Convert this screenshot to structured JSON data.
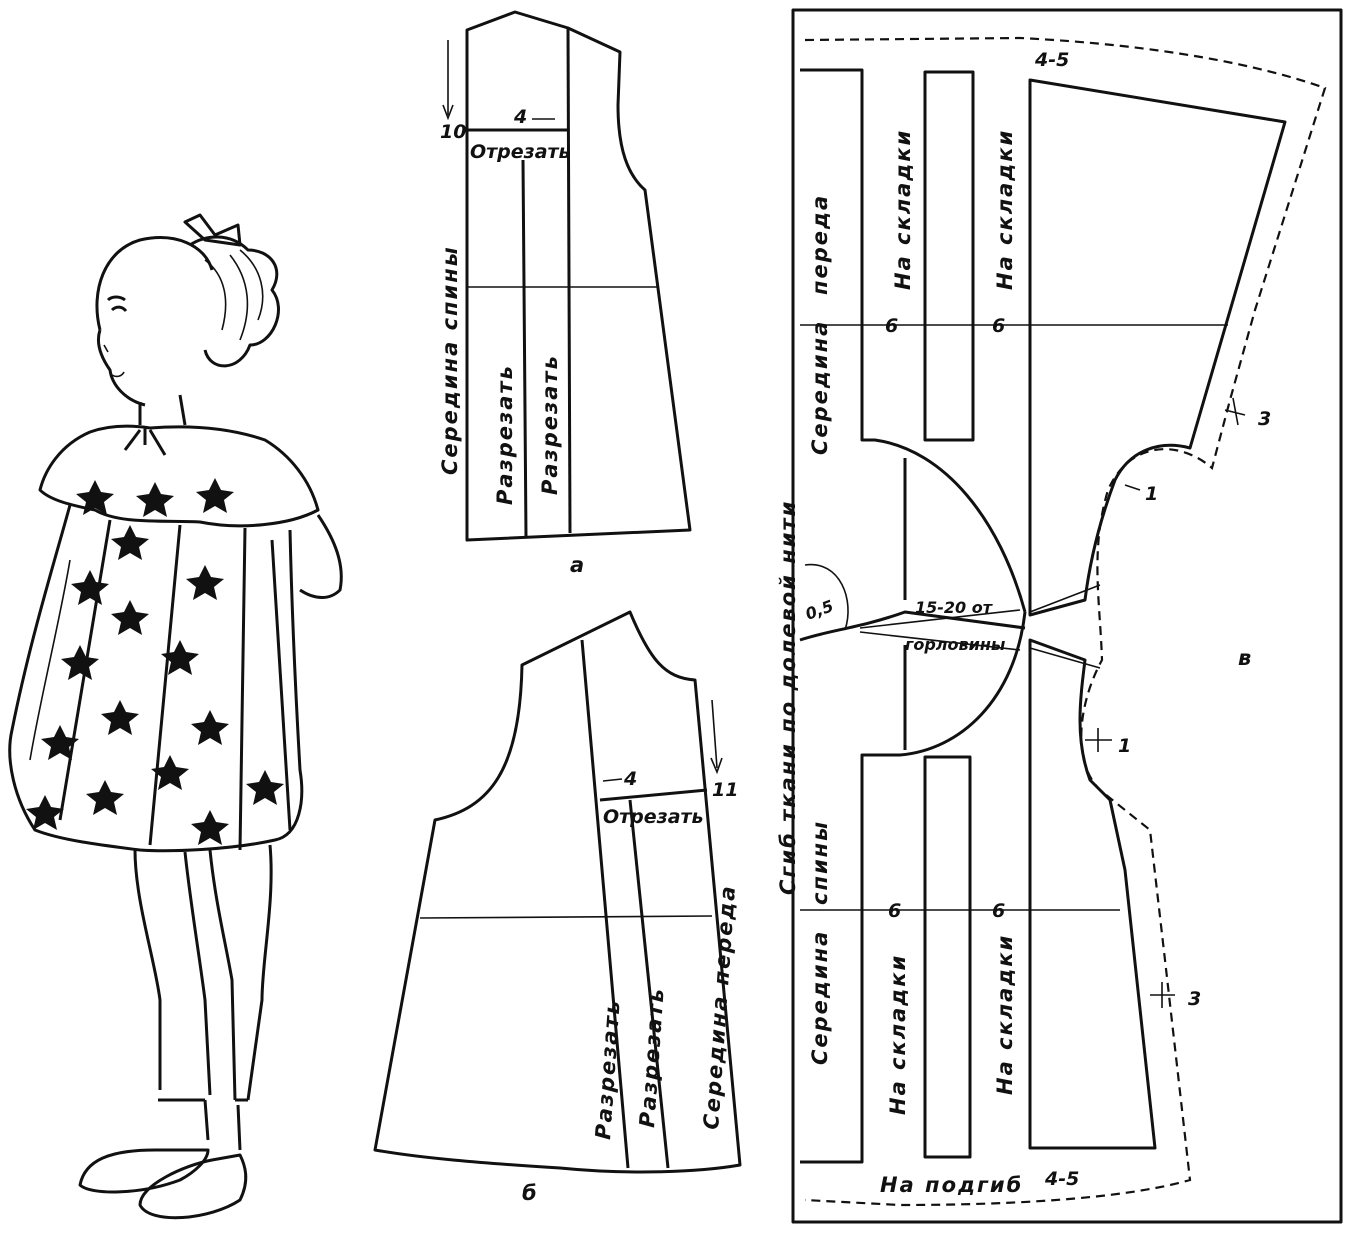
{
  "pattern_a": {
    "letter": "а",
    "mark_10": "10",
    "mark_4": "4",
    "cut_off": "Отрезать",
    "center_back": "Середина спины",
    "cut_1": "Разрезать",
    "cut_2": "Разрезать"
  },
  "pattern_b": {
    "letter": "б",
    "mark_4": "4",
    "mark_11": "11",
    "cut_off": "Отрезать",
    "cut_1": "Разрезать",
    "cut_2": "Разрезать",
    "center_front": "Середина переда"
  },
  "layout_v": {
    "letter": "в",
    "top_allowance": "4-5",
    "bottom_allowance": "4-5",
    "fold_label": "Сгиб ткани по долевой нити",
    "center_front_1": "Середина",
    "center_front_2": "переда",
    "center_back_1": "Середина",
    "center_back_2": "спины",
    "pleat_top_1": "На складки",
    "pleat_top_2": "На складки",
    "pleat_bottom_1": "На складки",
    "pleat_bottom_2": "На складки",
    "mark_6_a": "6",
    "mark_6_b": "6",
    "mark_6_c": "6",
    "mark_6_d": "6",
    "mark_3_top": "3",
    "mark_3_bottom": "3",
    "mark_1_top": "1",
    "mark_1_bottom": "1",
    "mark_05": "0,5",
    "neck_line_1": "15-20 от",
    "neck_line_2": "горловины",
    "hem_label": "На подгиб"
  }
}
